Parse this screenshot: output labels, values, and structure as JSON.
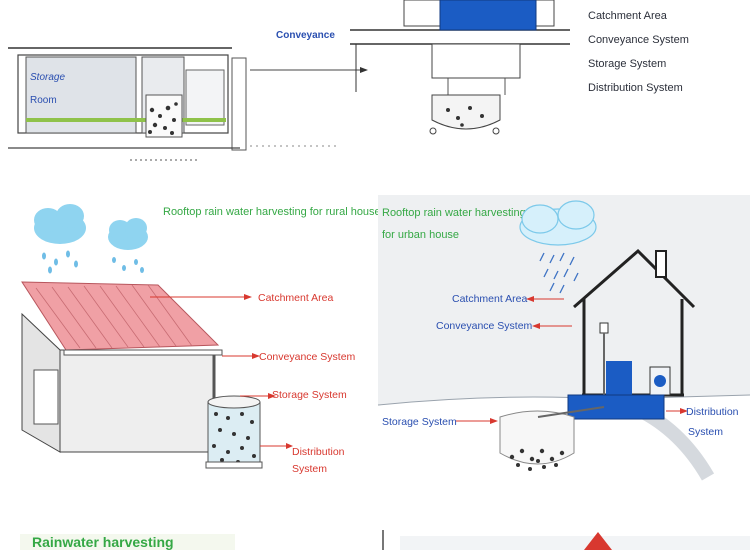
{
  "top_diagram": {
    "labels": {
      "conveyance": "Conveyance",
      "room_a": "Storage",
      "room_b": "Room"
    },
    "legend": [
      "Catchment Area",
      "Conveyance System",
      "Storage System",
      "Distribution System"
    ]
  },
  "rural_panel": {
    "title": "Rooftop rain water harvesting for rural house",
    "labels": {
      "catchment": "Catchment Area",
      "conveyance": "Conveyance System",
      "storage": "Storage System",
      "distribution_1": "Distribution",
      "distribution_2": "System"
    }
  },
  "urban_panel": {
    "title_1": "Rooftop rain water harvesting",
    "title_2": "for urban house",
    "labels": {
      "catchment": "Catchment Area",
      "conveyance": "Conveyance System",
      "storage": "Storage System",
      "distribution_1": "Distribution",
      "distribution_2": "System"
    }
  },
  "bottom_strip": {
    "title": "Rainwater harvesting"
  },
  "colors": {
    "green": "#35a845",
    "blue": "#2a4fb0",
    "red": "#d8382f",
    "roof": "#f0a0a5",
    "rain": "#7cc9ea",
    "panel_bg": "#eef0f2"
  }
}
